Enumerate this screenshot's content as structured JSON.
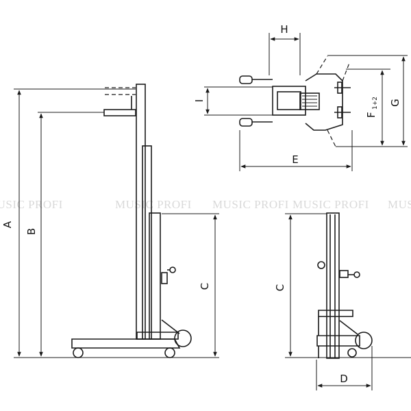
{
  "watermark": {
    "text": "MUSIC PROFI",
    "items": [
      "MUSIC PROFI",
      "MUSIC PROFI",
      "MUSIC PROFI",
      "MUSIC PROFI",
      "MUSIC PROFI"
    ]
  },
  "dimensions": {
    "a": "A",
    "b": "B",
    "c_left": "C",
    "c_right": "C",
    "d": "D",
    "e": "E",
    "f_main": "F",
    "f_sub": "1+2",
    "g": "G",
    "h": "H",
    "i": "I"
  }
}
